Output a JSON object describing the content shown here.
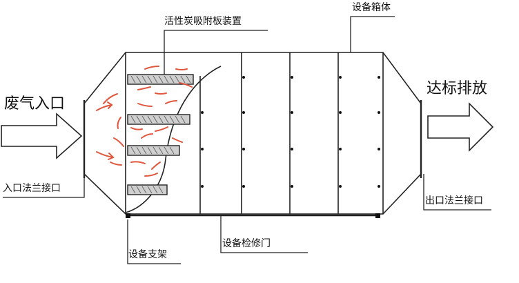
{
  "labels": {
    "adsorption_plate": "活性炭吸附板装置",
    "housing": "设备箱体",
    "gas_inlet": "废气入口",
    "discharge": "达标排放",
    "inlet_flange": "入口法兰接口",
    "outlet_flange": "出口法兰接口",
    "support": "设备支架",
    "access_door": "设备检修门"
  },
  "colors": {
    "line": "#222222",
    "flow_arrow": "#e0573e",
    "plate_fill": "#cfcfcf"
  },
  "icons": {
    "inlet_arrow": "hollow-right-arrow",
    "outlet_arrow": "hollow-right-arrow"
  }
}
